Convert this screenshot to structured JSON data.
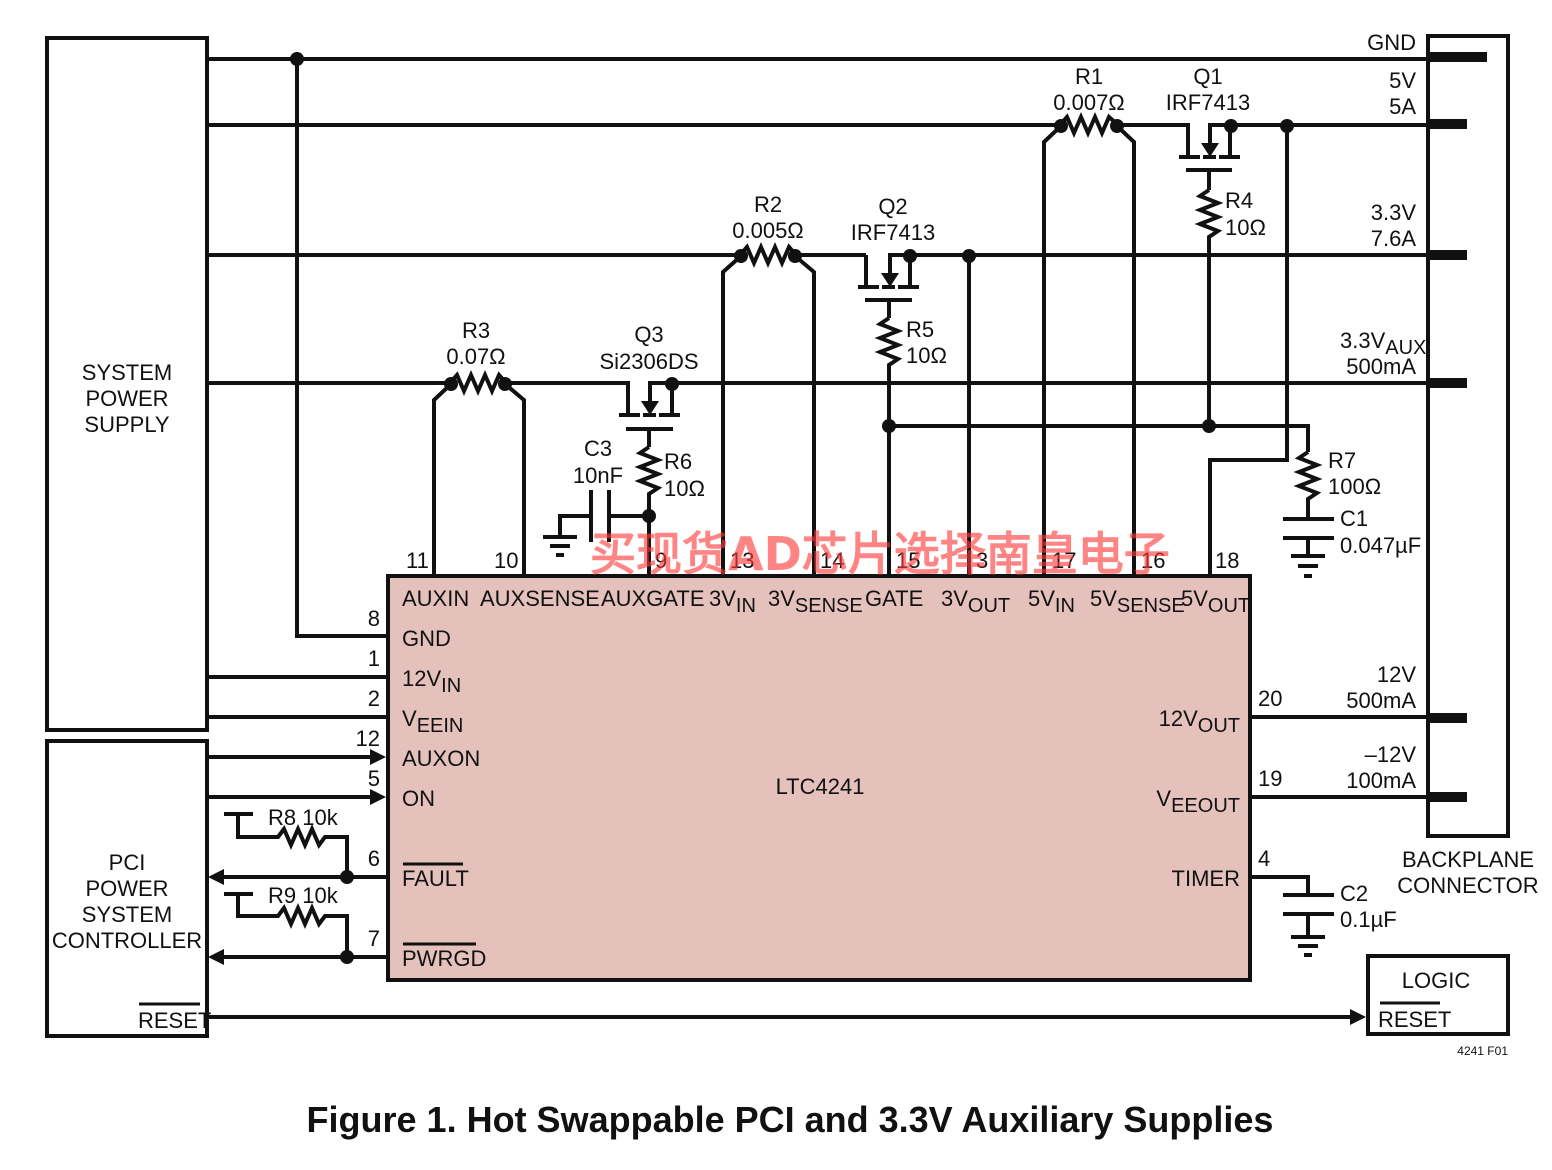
{
  "figure": {
    "caption": "Figure 1. Hot Swappable PCI and 3.3V Auxiliary Supplies",
    "code": "4241 F01",
    "watermark": "买现货AD芯片选择南皇电子",
    "colors": {
      "chip_fill": "#e5c1bb",
      "wire": "#111111",
      "watermark": "#ff3b3b"
    }
  },
  "blocks": {
    "system_power_supply": [
      "SYSTEM",
      "POWER",
      "SUPPLY"
    ],
    "pci_controller": [
      "PCI",
      "POWER",
      "SYSTEM",
      "CONTROLLER"
    ],
    "pci_controller_reset": "RESET",
    "logic": "LOGIC",
    "logic_reset": "RESET",
    "backplane": [
      "BACKPLANE",
      "CONNECTOR"
    ]
  },
  "chip": {
    "name": "LTC4241",
    "top_pins": [
      {
        "num": "11",
        "label": "AUXIN",
        "sub": ""
      },
      {
        "num": "10",
        "label": "AUXSENSE",
        "sub": ""
      },
      {
        "num": "9",
        "label": "AUXGATE",
        "sub": ""
      },
      {
        "num": "13",
        "label": "3V",
        "sub": "IN"
      },
      {
        "num": "14",
        "label": "3V",
        "sub": "SENSE"
      },
      {
        "num": "15",
        "label": "GATE",
        "sub": ""
      },
      {
        "num": "3",
        "label": "3V",
        "sub": "OUT"
      },
      {
        "num": "17",
        "label": "5V",
        "sub": "IN"
      },
      {
        "num": "16",
        "label": "5V",
        "sub": "SENSE"
      },
      {
        "num": "18",
        "label": "5V",
        "sub": "OUT"
      }
    ],
    "left_pins": [
      {
        "num": "8",
        "label": "GND",
        "sub": ""
      },
      {
        "num": "1",
        "label": "12V",
        "sub": "IN"
      },
      {
        "num": "2",
        "label": "V",
        "sub": "EEIN"
      },
      {
        "num": "12",
        "label": "AUXON",
        "sub": ""
      },
      {
        "num": "5",
        "label": "ON",
        "sub": ""
      },
      {
        "num": "6",
        "label": "FAULT",
        "sub": "",
        "overbar": true
      },
      {
        "num": "7",
        "label": "PWRGD",
        "sub": "",
        "overbar": true
      }
    ],
    "right_pins": [
      {
        "num": "20",
        "label": "12V",
        "sub": "OUT"
      },
      {
        "num": "19",
        "label": "V",
        "sub": "EEOUT"
      },
      {
        "num": "4",
        "label": "TIMER",
        "sub": ""
      }
    ]
  },
  "rails": [
    {
      "name": "GND",
      "line2": ""
    },
    {
      "name": "5V",
      "line2": "5A"
    },
    {
      "name": "3.3V",
      "line2": "7.6A"
    },
    {
      "name": "3.3V",
      "sub": "AUX",
      "line2": "500mA"
    },
    {
      "name": "12V",
      "line2": "500mA"
    },
    {
      "name": "–12V",
      "line2": "100mA"
    }
  ],
  "components": {
    "R1": {
      "ref": "R1",
      "value": "0.007Ω"
    },
    "Q1": {
      "ref": "Q1",
      "value": "IRF7413"
    },
    "R4": {
      "ref": "R4",
      "value": "10Ω"
    },
    "R2": {
      "ref": "R2",
      "value": "0.005Ω"
    },
    "Q2": {
      "ref": "Q2",
      "value": "IRF7413"
    },
    "R5": {
      "ref": "R5",
      "value": "10Ω"
    },
    "R3": {
      "ref": "R3",
      "value": "0.07Ω"
    },
    "Q3": {
      "ref": "Q3",
      "value": "Si2306DS"
    },
    "R6": {
      "ref": "R6",
      "value": "10Ω"
    },
    "C3": {
      "ref": "C3",
      "value": "10nF"
    },
    "R7": {
      "ref": "R7",
      "value": "100Ω"
    },
    "C1": {
      "ref": "C1",
      "value": "0.047µF"
    },
    "C2": {
      "ref": "C2",
      "value": "0.1µF"
    },
    "R8": {
      "label": "R8 10k"
    },
    "R9": {
      "label": "R9 10k"
    }
  }
}
